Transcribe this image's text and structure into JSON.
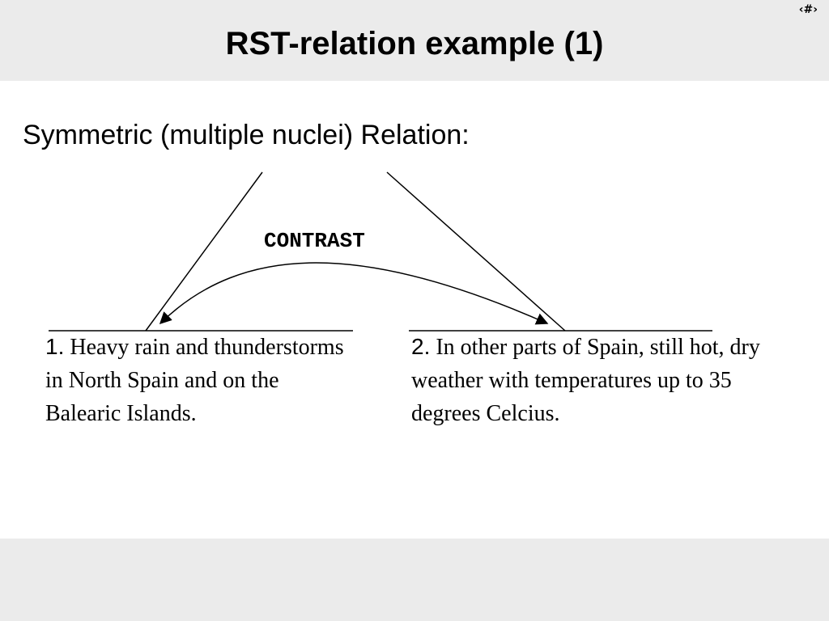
{
  "slide": {
    "title": "RST-relation example (1)",
    "page_indicator": "‹#›",
    "subtitle": "Symmetric (multiple nuclei) Relation:"
  },
  "relation": {
    "name": "CONTRAST"
  },
  "segments": [
    {
      "number": "1.",
      "text": " Heavy rain and thunderstorms in North Spain and on the Balearic Islands."
    },
    {
      "number": "2.",
      "text": " In other parts of Spain, still hot, dry weather with temperatures up to 35 degrees Celcius."
    }
  ]
}
